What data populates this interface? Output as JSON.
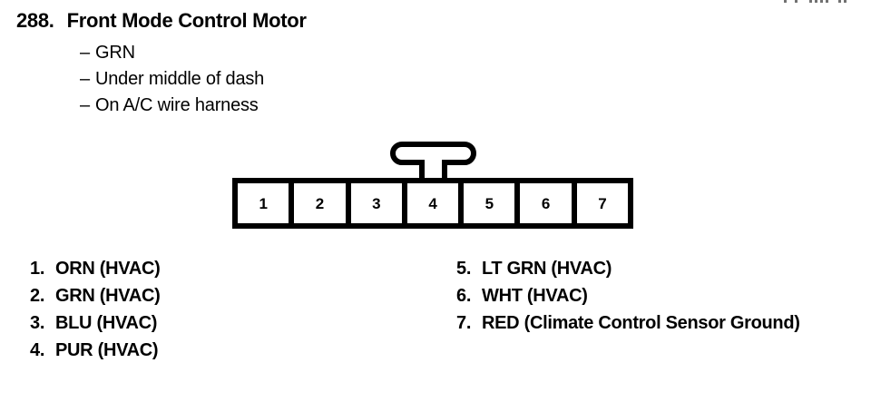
{
  "page": {
    "background_color": "#ffffff",
    "ink_color": "#000000"
  },
  "header": {
    "item_number": "288.",
    "title": "Front Mode Control Motor",
    "bullet_dash": "–",
    "bullets": [
      "GRN",
      "Under middle of dash",
      "On A/C wire harness"
    ]
  },
  "connector": {
    "type": "7-pin inline connector, front view",
    "lock_tab": "locking tab above pin 4",
    "pin_count": 7,
    "pins": [
      {
        "number": "1"
      },
      {
        "number": "2"
      },
      {
        "number": "3"
      },
      {
        "number": "4"
      },
      {
        "number": "5"
      },
      {
        "number": "6"
      },
      {
        "number": "7"
      }
    ]
  },
  "legend": {
    "left_column": [
      {
        "index": "1.",
        "text": "ORN (HVAC)"
      },
      {
        "index": "2.",
        "text": "GRN (HVAC)"
      },
      {
        "index": "3.",
        "text": "BLU (HVAC)"
      },
      {
        "index": "4.",
        "text": "PUR (HVAC)"
      }
    ],
    "right_column": [
      {
        "index": "5.",
        "text": "LT GRN (HVAC)"
      },
      {
        "index": "6.",
        "text": "WHT (HVAC)"
      },
      {
        "index": "7.",
        "text": "RED (Climate Control Sensor Ground)"
      }
    ]
  }
}
